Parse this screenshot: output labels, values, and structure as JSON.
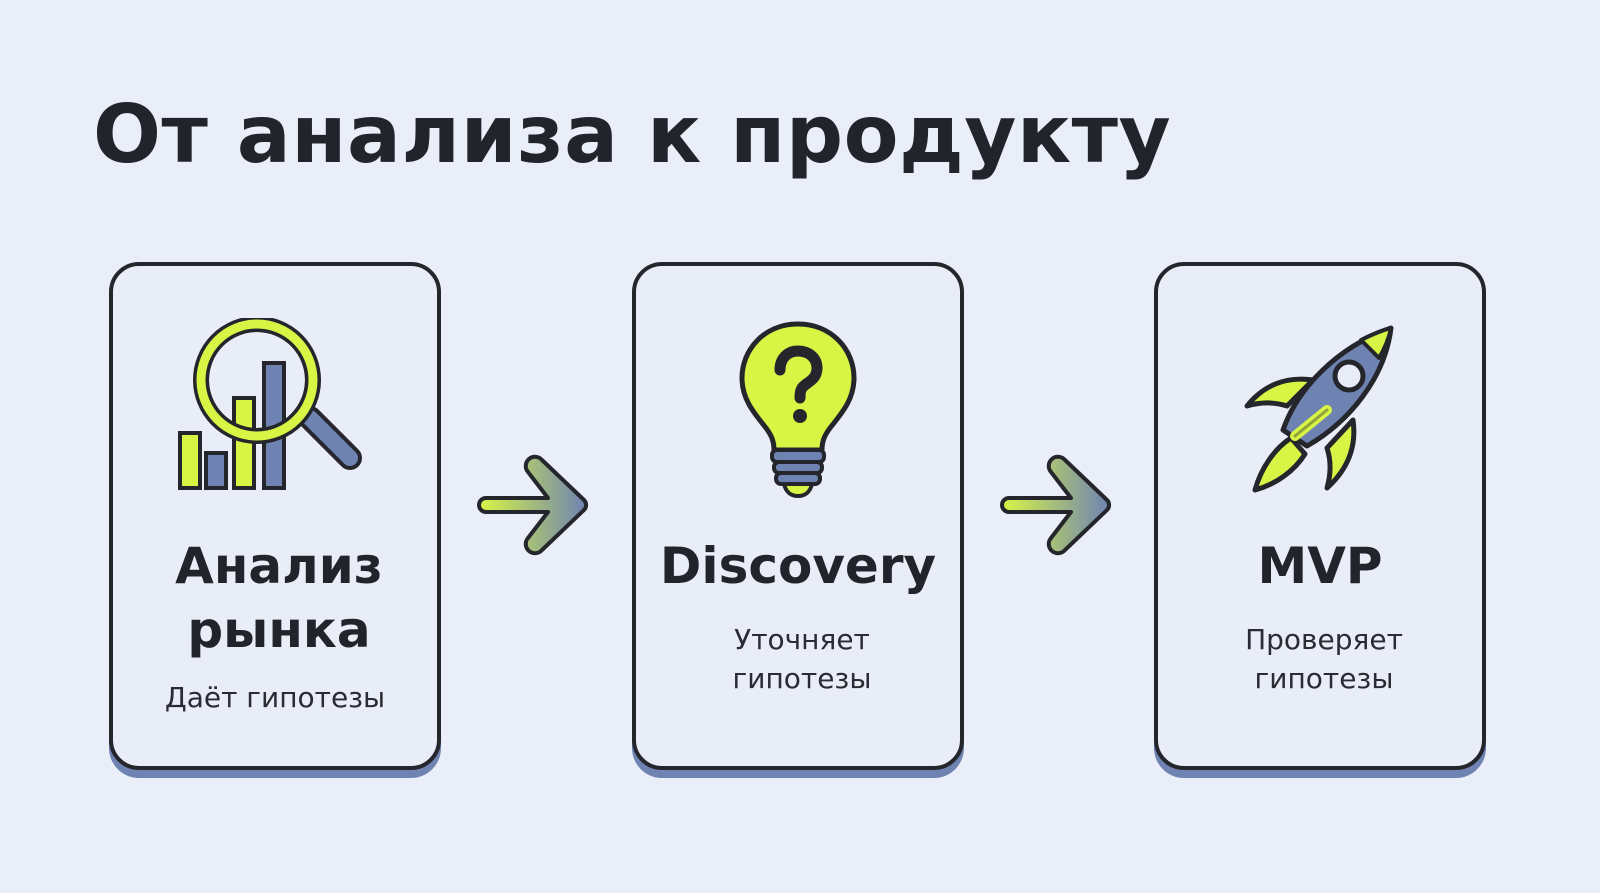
{
  "title": "От анализа к продукту",
  "steps": [
    {
      "title": "Анализ рынка",
      "subtitle": "Даёт гипотезы",
      "icon": "magnifier-chart-icon"
    },
    {
      "title": "Discovery",
      "subtitle": "Уточняет гипотезы",
      "icon": "lightbulb-question-icon"
    },
    {
      "title": "MVP",
      "subtitle": "Проверяет гипотезы",
      "icon": "rocket-icon"
    }
  ],
  "colors": {
    "background": "#e9eef8",
    "accent_lime": "#d8f545",
    "accent_blue": "#6f83b3",
    "outline": "#25262c"
  }
}
